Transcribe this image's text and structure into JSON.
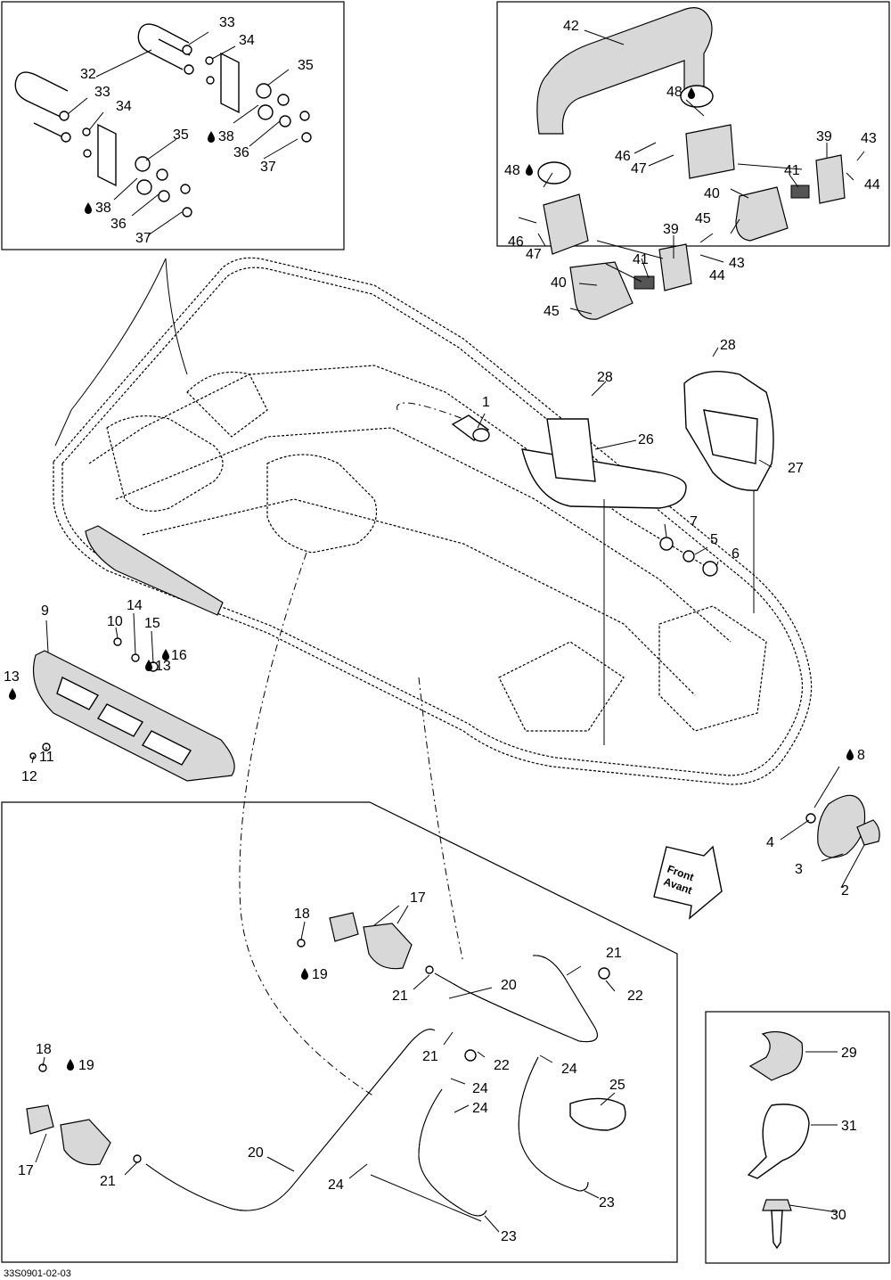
{
  "diagram": {
    "reference_code": "33S0901-02-03",
    "front_arrow": {
      "line1": "Front",
      "line2": "Avant"
    },
    "labels": [
      {
        "id": "l1",
        "text": "1"
      },
      {
        "id": "l2",
        "text": "2"
      },
      {
        "id": "l3",
        "text": "3"
      },
      {
        "id": "l4",
        "text": "4"
      },
      {
        "id": "l5",
        "text": "5"
      },
      {
        "id": "l6",
        "text": "6"
      },
      {
        "id": "l7",
        "text": "7"
      },
      {
        "id": "l8",
        "text": "8"
      },
      {
        "id": "l9",
        "text": "9"
      },
      {
        "id": "l10",
        "text": "10"
      },
      {
        "id": "l11",
        "text": "11"
      },
      {
        "id": "l12",
        "text": "12"
      },
      {
        "id": "l13a",
        "text": "13"
      },
      {
        "id": "l13b",
        "text": "13"
      },
      {
        "id": "l14",
        "text": "14"
      },
      {
        "id": "l15",
        "text": "15"
      },
      {
        "id": "l16",
        "text": "16"
      },
      {
        "id": "l17a",
        "text": "17"
      },
      {
        "id": "l17b",
        "text": "17"
      },
      {
        "id": "l18a",
        "text": "18"
      },
      {
        "id": "l18b",
        "text": "18"
      },
      {
        "id": "l19a",
        "text": "19"
      },
      {
        "id": "l19b",
        "text": "19"
      },
      {
        "id": "l20a",
        "text": "20"
      },
      {
        "id": "l20b",
        "text": "20"
      },
      {
        "id": "l21a",
        "text": "21"
      },
      {
        "id": "l21b",
        "text": "21"
      },
      {
        "id": "l21c",
        "text": "21"
      },
      {
        "id": "l21d",
        "text": "21"
      },
      {
        "id": "l22a",
        "text": "22"
      },
      {
        "id": "l22b",
        "text": "22"
      },
      {
        "id": "l23a",
        "text": "23"
      },
      {
        "id": "l23b",
        "text": "23"
      },
      {
        "id": "l24a",
        "text": "24"
      },
      {
        "id": "l24b",
        "text": "24"
      },
      {
        "id": "l24c",
        "text": "24"
      },
      {
        "id": "l24d",
        "text": "24"
      },
      {
        "id": "l25",
        "text": "25"
      },
      {
        "id": "l26",
        "text": "26"
      },
      {
        "id": "l27",
        "text": "27"
      },
      {
        "id": "l28a",
        "text": "28"
      },
      {
        "id": "l28b",
        "text": "28"
      },
      {
        "id": "l29",
        "text": "29"
      },
      {
        "id": "l30",
        "text": "30"
      },
      {
        "id": "l31",
        "text": "31"
      },
      {
        "id": "l32",
        "text": "32"
      },
      {
        "id": "l33a",
        "text": "33"
      },
      {
        "id": "l33b",
        "text": "33"
      },
      {
        "id": "l34a",
        "text": "34"
      },
      {
        "id": "l34b",
        "text": "34"
      },
      {
        "id": "l35a",
        "text": "35"
      },
      {
        "id": "l35b",
        "text": "35"
      },
      {
        "id": "l36a",
        "text": "36"
      },
      {
        "id": "l36b",
        "text": "36"
      },
      {
        "id": "l37a",
        "text": "37"
      },
      {
        "id": "l37b",
        "text": "37"
      },
      {
        "id": "l38a",
        "text": "38"
      },
      {
        "id": "l38b",
        "text": "38"
      },
      {
        "id": "l39a",
        "text": "39"
      },
      {
        "id": "l39b",
        "text": "39"
      },
      {
        "id": "l40a",
        "text": "40"
      },
      {
        "id": "l40b",
        "text": "40"
      },
      {
        "id": "l41a",
        "text": "41"
      },
      {
        "id": "l41b",
        "text": "41"
      },
      {
        "id": "l42",
        "text": "42"
      },
      {
        "id": "l43a",
        "text": "43"
      },
      {
        "id": "l43b",
        "text": "43"
      },
      {
        "id": "l44a",
        "text": "44"
      },
      {
        "id": "l44b",
        "text": "44"
      },
      {
        "id": "l45a",
        "text": "45"
      },
      {
        "id": "l45b",
        "text": "45"
      },
      {
        "id": "l46a",
        "text": "46"
      },
      {
        "id": "l46b",
        "text": "46"
      },
      {
        "id": "l47a",
        "text": "47"
      },
      {
        "id": "l47b",
        "text": "47"
      },
      {
        "id": "l48a",
        "text": "48"
      },
      {
        "id": "l48b",
        "text": "48"
      }
    ],
    "icons": {
      "drop": "drop-icon"
    }
  }
}
